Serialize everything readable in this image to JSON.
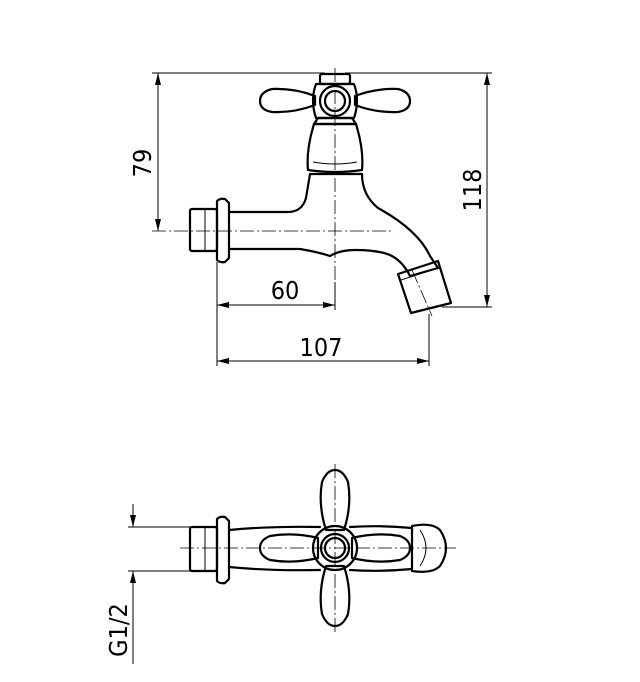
{
  "dimensions": {
    "height_handle": "79",
    "height_total": "118",
    "outlet_reach": "60",
    "total_length": "107",
    "thread_size": "G1/2"
  },
  "colors": {
    "line": "#000000",
    "background": "#ffffff"
  }
}
